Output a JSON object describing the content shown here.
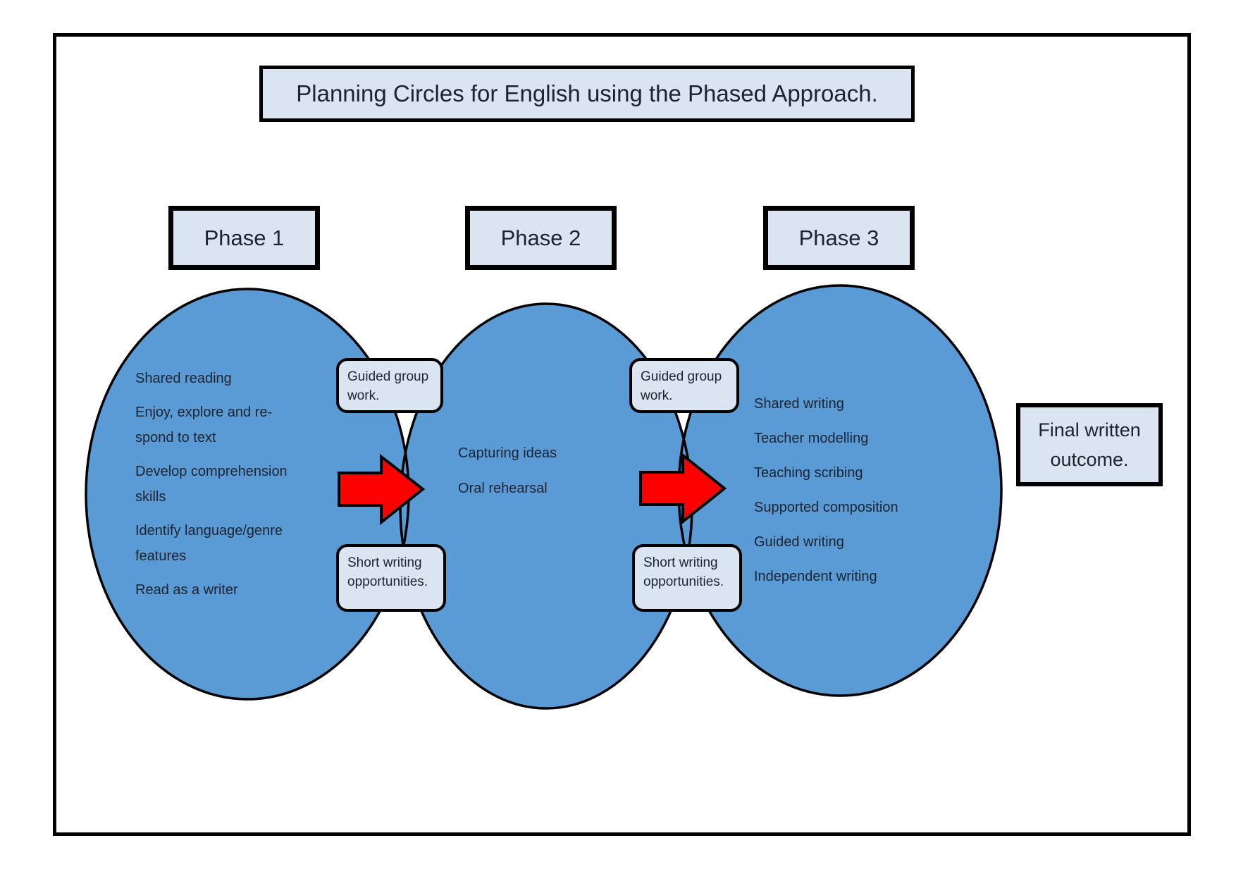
{
  "title": "Planning Circles for English using the Phased Approach.",
  "phases": [
    {
      "label": "Phase 1",
      "items": [
        "Shared reading",
        "Enjoy, explore and re-\nspond to text",
        "Develop comprehension\nskills",
        "Identify language/genre\nfeatures",
        "Read as a writer"
      ]
    },
    {
      "label": "Phase 2",
      "items": [
        "Capturing ideas",
        "Oral rehearsal"
      ]
    },
    {
      "label": "Phase 3",
      "items": [
        "Shared writing",
        "Teacher modelling",
        "Teaching scribing",
        "Supported composition",
        "Guided writing",
        "Independent writing"
      ]
    }
  ],
  "connector_boxes": {
    "guided_group_work": "Guided group work.",
    "short_writing": "Short writing opportunities."
  },
  "final_outcome": "Final written\noutcome.",
  "colors": {
    "ellipse_fill": "#5b9bd5",
    "box_fill": "#dbe5f1",
    "arrow_fill": "#ff0000",
    "outline": "#000000",
    "text_dark": "#1b2433"
  }
}
